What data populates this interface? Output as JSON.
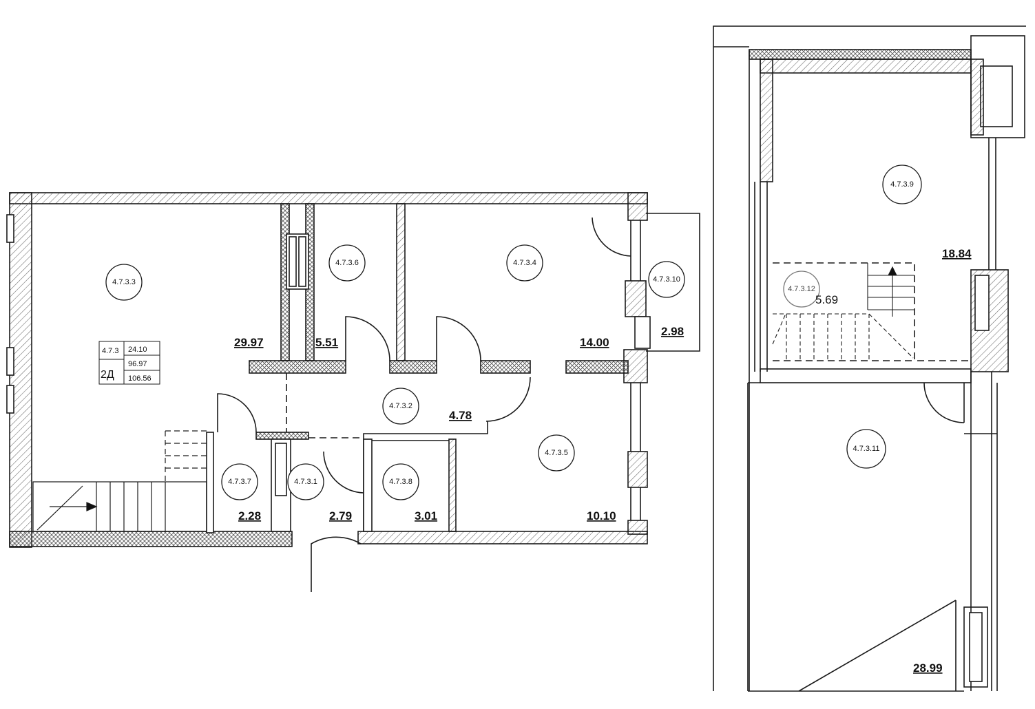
{
  "floor1": {
    "rooms": [
      {
        "id": "4.7.3.3",
        "area": "29.97"
      },
      {
        "id": "4.7.3.6",
        "area": "5.51"
      },
      {
        "id": "4.7.3.4",
        "area": "14.00"
      },
      {
        "id": "4.7.3.10",
        "area": "2.98"
      },
      {
        "id": "4.7.3.2",
        "area": "4.78"
      },
      {
        "id": "4.7.3.5",
        "area": "10.10"
      },
      {
        "id": "4.7.3.7",
        "area": "2.28"
      },
      {
        "id": "4.7.3.1",
        "area": "2.79"
      },
      {
        "id": "4.7.3.8",
        "area": "3.01"
      }
    ],
    "apartment_label": {
      "number": "4.7.3",
      "type": "2Д",
      "living_area": "24.10",
      "total_area": "96.97",
      "total_with_balcony": "106.56"
    }
  },
  "floor2": {
    "rooms": [
      {
        "id": "4.7.3.9",
        "area": "18.84"
      },
      {
        "id": "4.7.3.12",
        "area": "5.69"
      },
      {
        "id": "4.7.3.11",
        "area": "28.99"
      }
    ]
  },
  "colors": {
    "line": "#1a1a1a",
    "hatch": "#777777",
    "background": "#ffffff"
  }
}
